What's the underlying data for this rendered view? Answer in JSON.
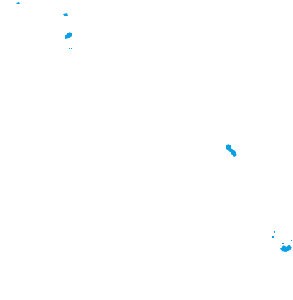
{
  "map": {
    "background_color": "#ffffff",
    "land_color": "#0aa0e6",
    "features": [
      {
        "name": "islet-top-left"
      },
      {
        "name": "islet-small-upper"
      },
      {
        "name": "island-upper-middle"
      },
      {
        "name": "islet-below-upper-middle"
      },
      {
        "name": "island-group-center-right"
      },
      {
        "name": "islet-scatter-lower-right"
      },
      {
        "name": "island-lower-right"
      }
    ]
  }
}
